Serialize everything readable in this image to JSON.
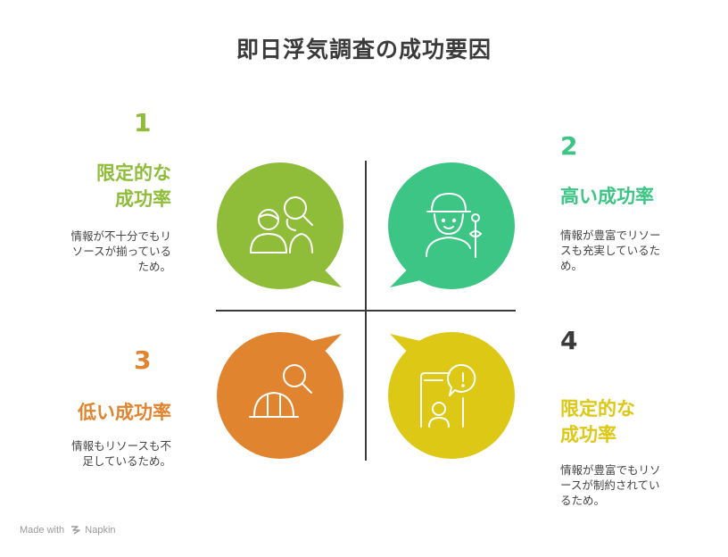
{
  "title": "即日浮気調査の成功要因",
  "colors": {
    "green": "#8fbd3a",
    "teal": "#3cc585",
    "orange": "#e0842f",
    "yellow": "#dcc815",
    "axis": "#3a3a3a",
    "number_dark": "#3a3a3a"
  },
  "quadrants": [
    {
      "number": "1",
      "heading_lines": [
        "限定的な",
        "成功率"
      ],
      "desc_lines": [
        "情報が不十分でもリ",
        "ソースが揃っている",
        "ため。"
      ],
      "color": "#8fbd3a",
      "icon": "people-search-icon"
    },
    {
      "number": "2",
      "heading_lines": [
        "高い成功率"
      ],
      "desc_lines": [
        "情報が豊富でリソー",
        "スも充実しているた",
        "め。"
      ],
      "color": "#3cc585",
      "icon": "worker-with-tool-icon"
    },
    {
      "number": "3",
      "heading_lines": [
        "低い成功率"
      ],
      "desc_lines": [
        "情報もリソースも不",
        "足しているため。"
      ],
      "color": "#e0842f",
      "icon": "hardhat-search-icon"
    },
    {
      "number": "4",
      "heading_lines": [
        "限定的な",
        "成功率"
      ],
      "desc_lines": [
        "情報が豊富でもリソ",
        "ースが制約されてい",
        "るため。"
      ],
      "color": "#dcc815",
      "icon": "phone-user-alert-icon"
    }
  ],
  "footer": {
    "made_with": "Made with",
    "brand": "Napkin"
  }
}
